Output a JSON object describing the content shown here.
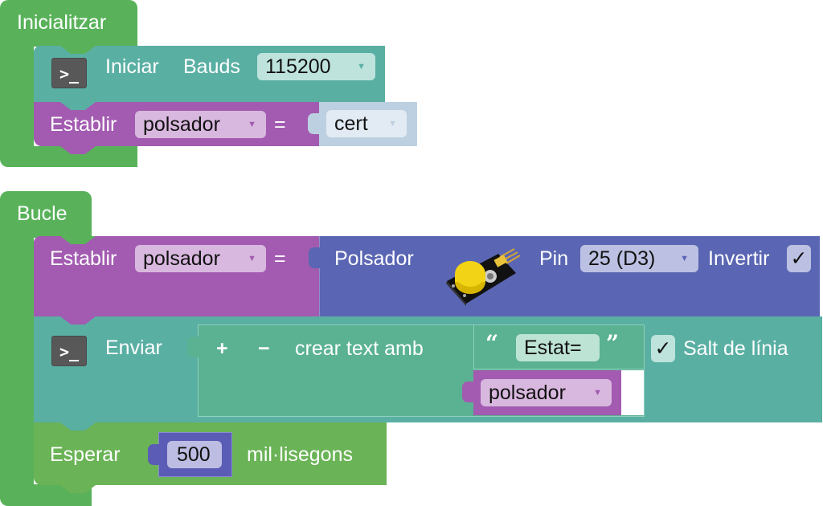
{
  "colors": {
    "event_green": "#59b25a",
    "wait_green": "#6ab356",
    "serial_teal": "#5aafa3",
    "text_teal": "#5ab293",
    "variable_purple": "#a25bb0",
    "logic_blue_grey": "#bdd0e1",
    "sensor_blue": "#5a66b3",
    "math_blue": "#5b5cb5"
  },
  "init_block": {
    "title": "Inicialitzar",
    "serial_begin": {
      "icon": "terminal-icon",
      "icon_glyph": ">_",
      "label": "Iniciar",
      "bauds_label": "Bauds",
      "bauds_value": "115200"
    },
    "set_variable": {
      "label": "Establir",
      "variable": "polsador",
      "equals": "=",
      "value": "cert"
    }
  },
  "loop_block": {
    "title": "Bucle",
    "set_variable": {
      "label": "Establir",
      "variable": "polsador",
      "equals": "="
    },
    "button_sensor": {
      "label": "Polsador",
      "image": "push-button-module",
      "pin_label": "Pin",
      "pin_value": "25 (D3)",
      "invert_label": "Invertir",
      "invert_checked": true,
      "check_glyph": "✓"
    },
    "serial_print": {
      "icon": "terminal-icon",
      "icon_glyph": ">_",
      "label": "Enviar",
      "create_text": {
        "plus": "+",
        "minus": "−",
        "label": "crear text amb",
        "open_quote": "“",
        "close_quote": "”",
        "text_value": "Estat=",
        "variable": "polsador"
      },
      "newline_checked": true,
      "check_glyph": "✓",
      "newline_label": "Salt de línia"
    },
    "wait": {
      "label": "Esperar",
      "value": "500",
      "unit": "mil·lisegons"
    }
  },
  "dropdown_arrow": "▼"
}
